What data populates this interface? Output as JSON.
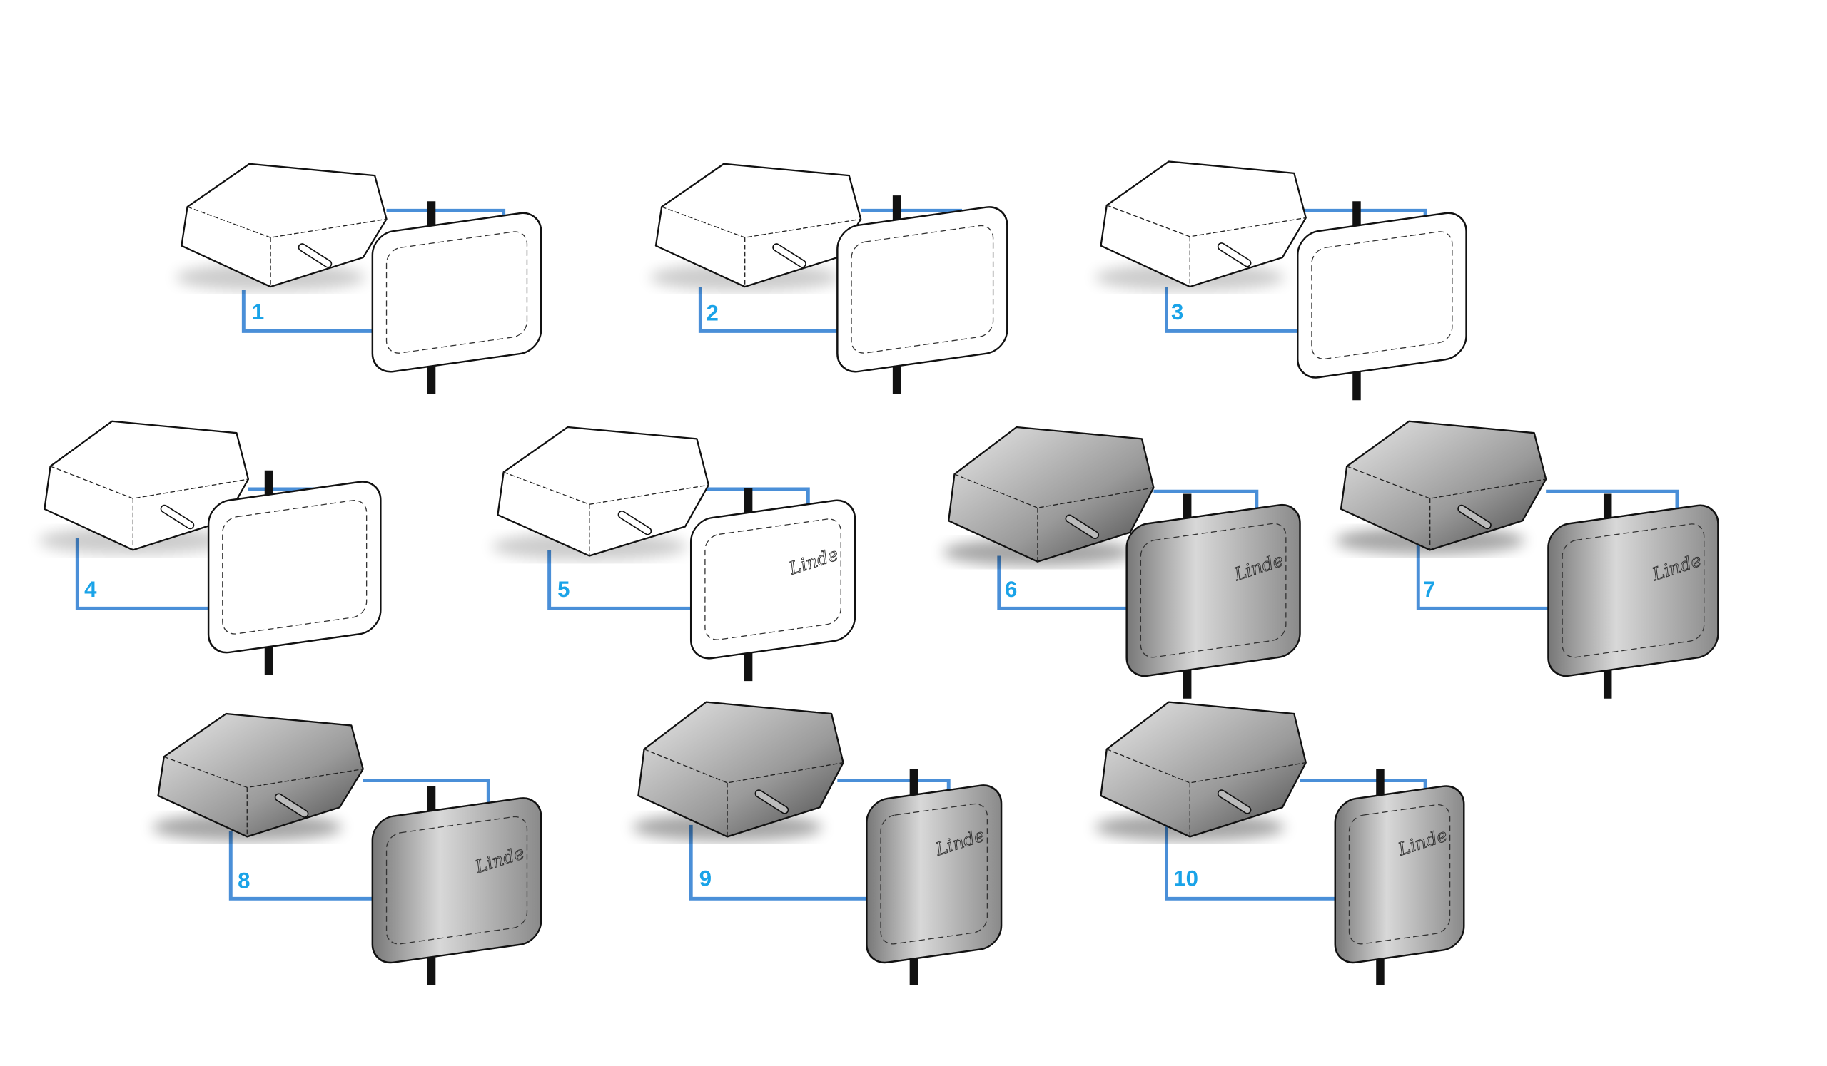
{
  "colors": {
    "bracket": "#4a8fd8",
    "label": "#1aa3e8"
  },
  "items": [
    {
      "label": "1",
      "style": "line-sketch",
      "logo": ""
    },
    {
      "label": "2",
      "style": "line-sketch",
      "logo": ""
    },
    {
      "label": "3",
      "style": "line-sketch",
      "logo": ""
    },
    {
      "label": "4",
      "style": "line-sketch",
      "logo": ""
    },
    {
      "label": "5",
      "style": "line-sketch",
      "logo": "Linde"
    },
    {
      "label": "6",
      "style": "shaded",
      "logo": "Linde"
    },
    {
      "label": "7",
      "style": "shaded",
      "logo": "Linde"
    },
    {
      "label": "8",
      "style": "shaded",
      "logo": "Linde"
    },
    {
      "label": "9",
      "style": "shaded",
      "logo": "Linde"
    },
    {
      "label": "10",
      "style": "shaded",
      "logo": "Linde"
    }
  ]
}
